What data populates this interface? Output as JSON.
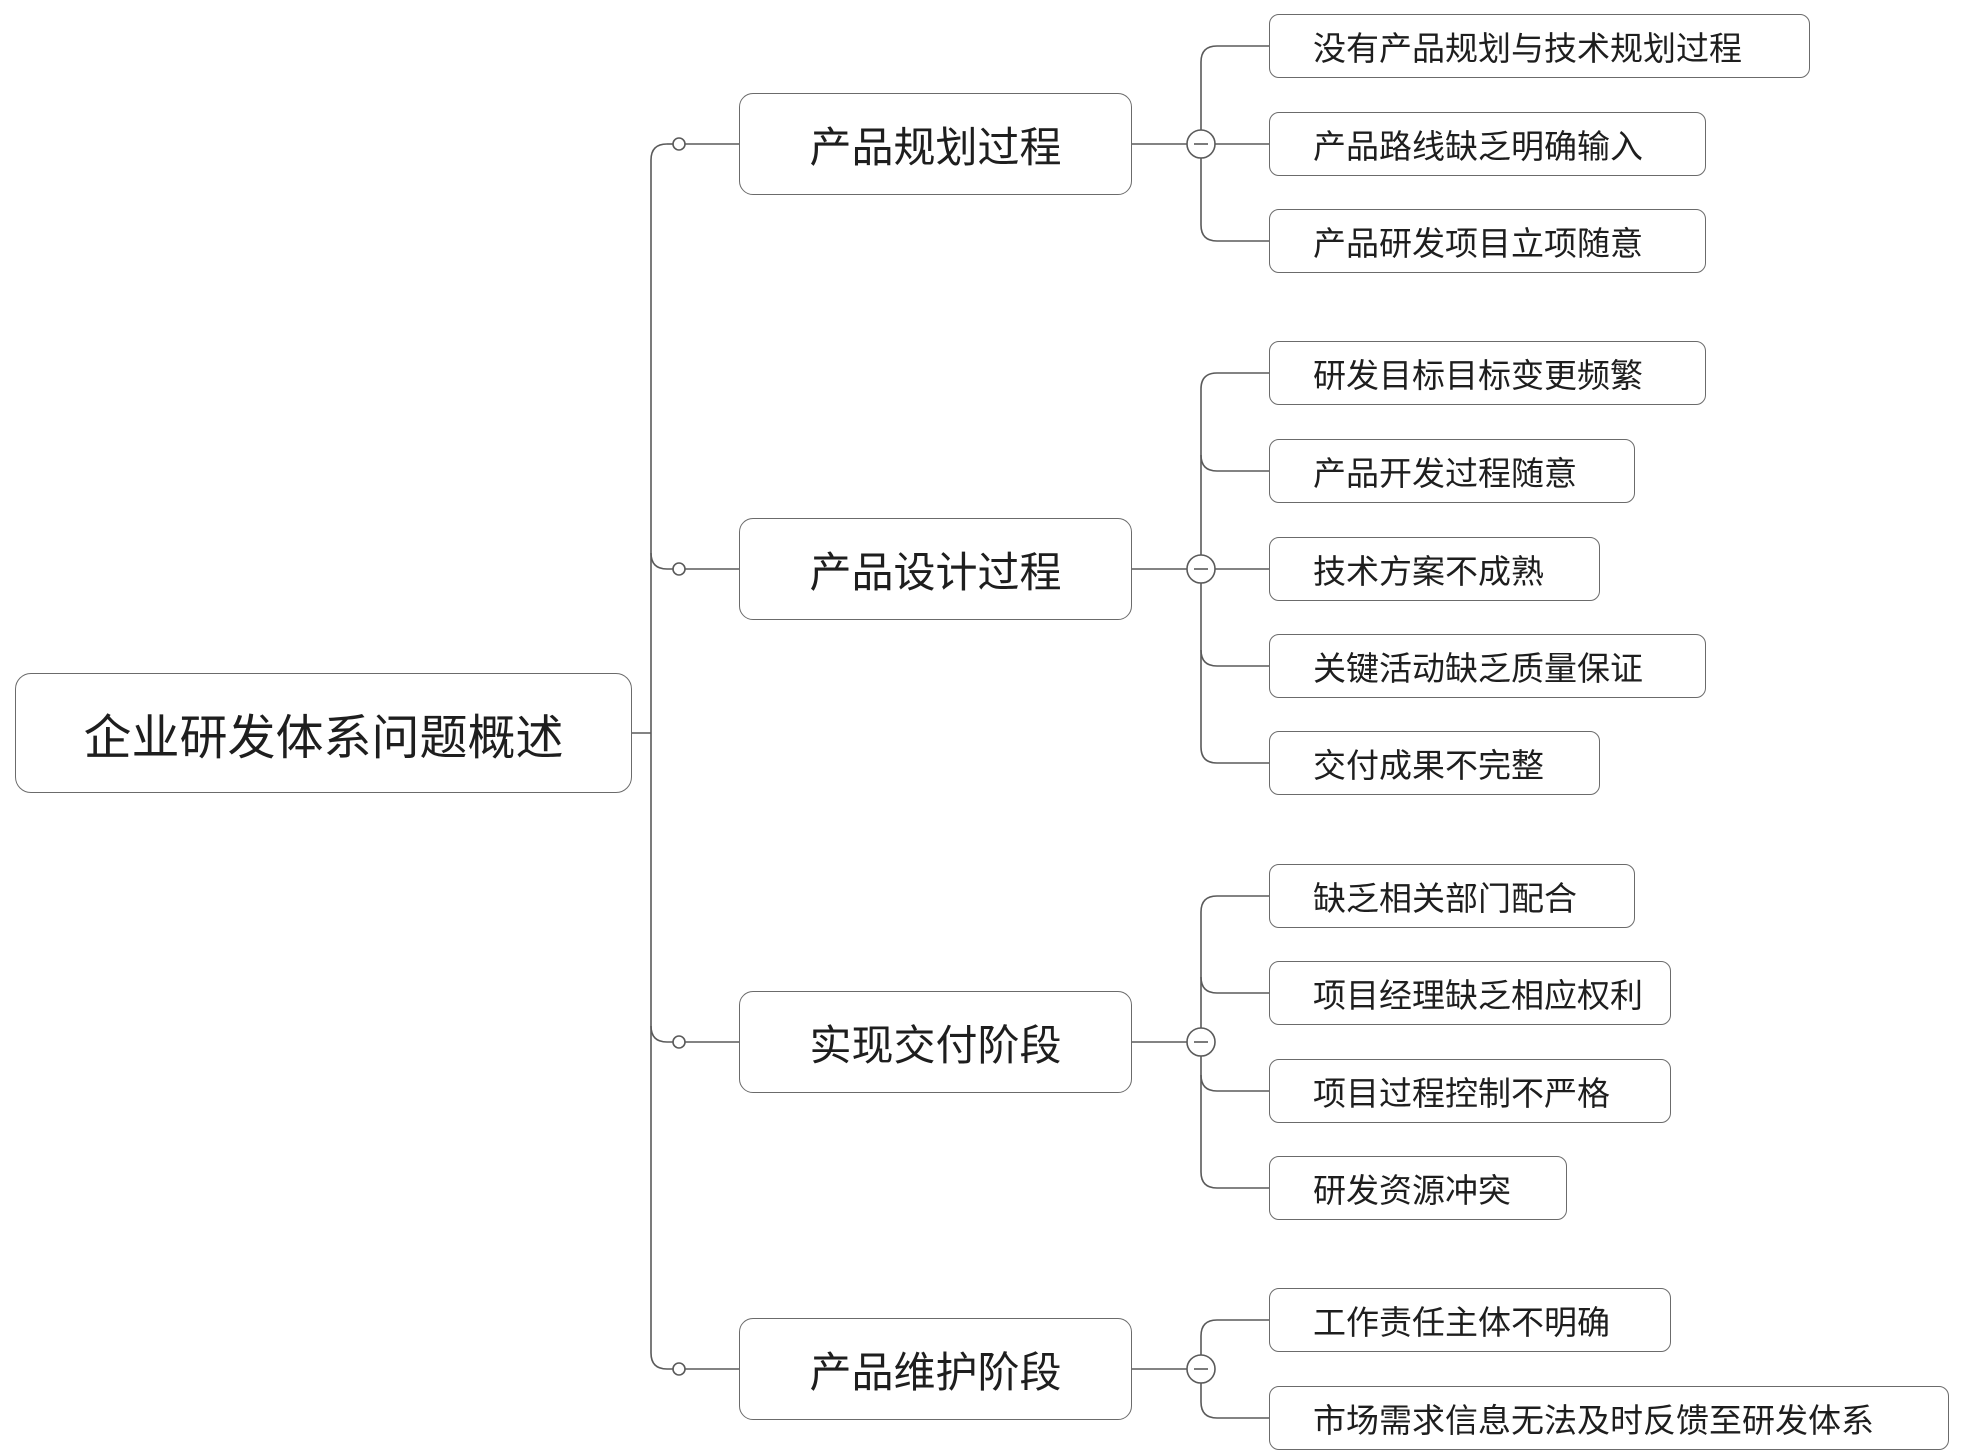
{
  "root": {
    "label": "企业研发体系问题概述"
  },
  "branches": [
    {
      "label": "产品规划过程",
      "children": [
        "没有产品规划与技术规划过程",
        "产品路线缺乏明确输入",
        "产品研发项目立项随意"
      ]
    },
    {
      "label": "产品设计过程",
      "children": [
        "研发目标目标变更频繁",
        "产品开发过程随意",
        "技术方案不成熟",
        "关键活动缺乏质量保证",
        "交付成果不完整"
      ]
    },
    {
      "label": "实现交付阶段",
      "children": [
        "缺乏相关部门配合",
        "项目经理缺乏相应权利",
        "项目过程控制不严格",
        "研发资源冲突"
      ]
    },
    {
      "label": "产品维护阶段",
      "children": [
        "工作责任主体不明确",
        "市场需求信息无法及时反馈至研发体系"
      ]
    }
  ],
  "colors": {
    "line": "#5a5a5a",
    "border": "#6b6b6b",
    "text": "#1e1e1e",
    "background": "#ffffff"
  },
  "icons": {
    "collapse": "minus-collapse-icon",
    "branch_joint": "connector-dot-icon"
  }
}
